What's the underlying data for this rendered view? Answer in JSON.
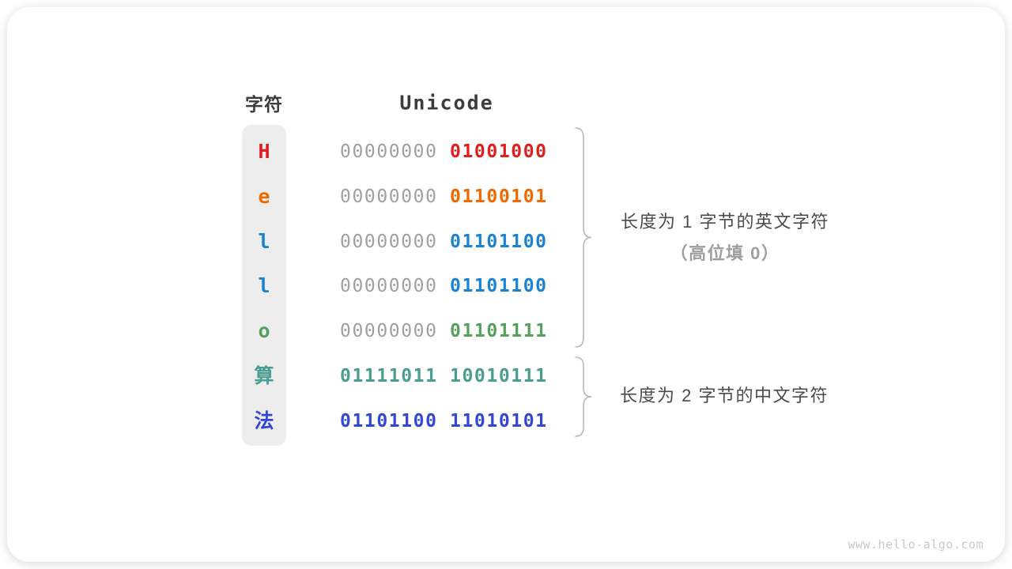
{
  "table": {
    "headers": {
      "char": "字符",
      "unicode": "Unicode"
    },
    "rows": [
      {
        "char": "H",
        "color": "#e01e1e",
        "bytes": [
          {
            "text": "00000000",
            "muted": true
          },
          {
            "text": "01001000",
            "muted": false
          }
        ]
      },
      {
        "char": "e",
        "color": "#ee6a00",
        "bytes": [
          {
            "text": "00000000",
            "muted": true
          },
          {
            "text": "01100101",
            "muted": false
          }
        ]
      },
      {
        "char": "l",
        "color": "#1a82d2",
        "bytes": [
          {
            "text": "00000000",
            "muted": true
          },
          {
            "text": "01101100",
            "muted": false
          }
        ]
      },
      {
        "char": "l",
        "color": "#1a82d2",
        "bytes": [
          {
            "text": "00000000",
            "muted": true
          },
          {
            "text": "01101100",
            "muted": false
          }
        ]
      },
      {
        "char": "o",
        "color": "#55a05a",
        "bytes": [
          {
            "text": "00000000",
            "muted": true
          },
          {
            "text": "01101111",
            "muted": false
          }
        ]
      },
      {
        "char": "算",
        "color": "#4a9d90",
        "bytes": [
          {
            "text": "01111011",
            "muted": false
          },
          {
            "text": "10010111",
            "muted": false
          }
        ]
      },
      {
        "char": "法",
        "color": "#3247d5",
        "bytes": [
          {
            "text": "01101100",
            "muted": false
          },
          {
            "text": "11010101",
            "muted": false
          }
        ]
      }
    ]
  },
  "annotations": {
    "english": {
      "line1": "长度为 1 字节的英文字符",
      "line2": "（高位填 0）"
    },
    "chinese": {
      "line1": "长度为 2 字节的中文字符"
    }
  },
  "watermark": "www.hello-algo.com",
  "colors": {
    "muted_byte": "#a0a0a0",
    "header_text": "#3c3c3c",
    "annotation_main": "#4b4b4b",
    "annotation_sub": "#9e9e9e",
    "brace": "#b8b8b8",
    "char_column_bg": "#ededee"
  }
}
